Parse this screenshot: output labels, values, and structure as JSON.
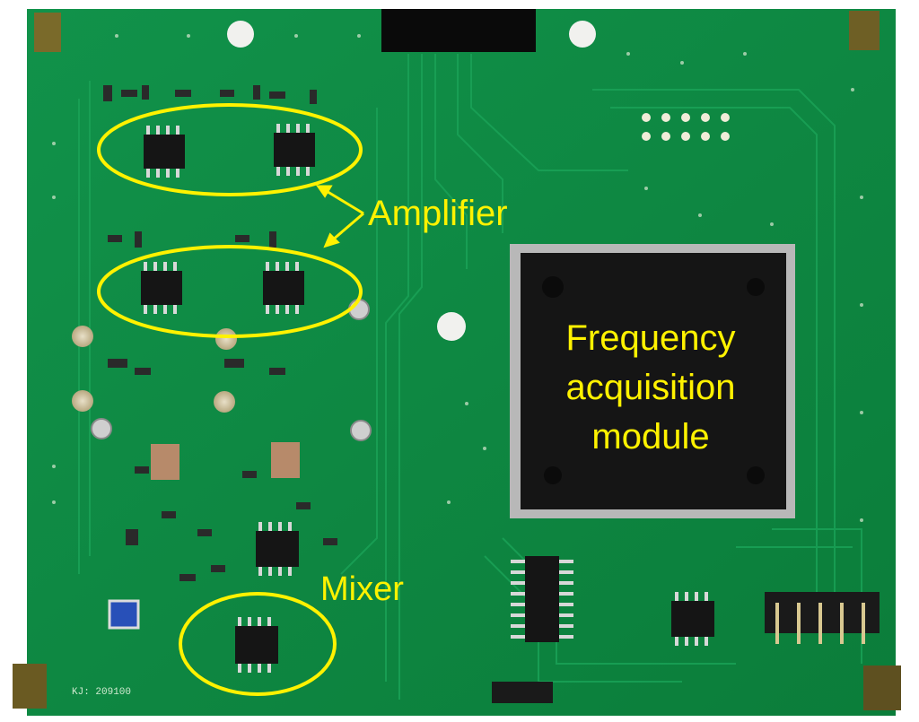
{
  "annotations": {
    "amplifier": "Amplifier",
    "mixer": "Mixer",
    "frequency_module": [
      "Frequency",
      "acquisition",
      "module"
    ]
  },
  "board": {
    "silkscreen_id": "KJ: 209100"
  },
  "colors": {
    "pcb_green": "#0e8a3c",
    "annotation_yellow": "#fff200",
    "chip_black": "#151515"
  }
}
